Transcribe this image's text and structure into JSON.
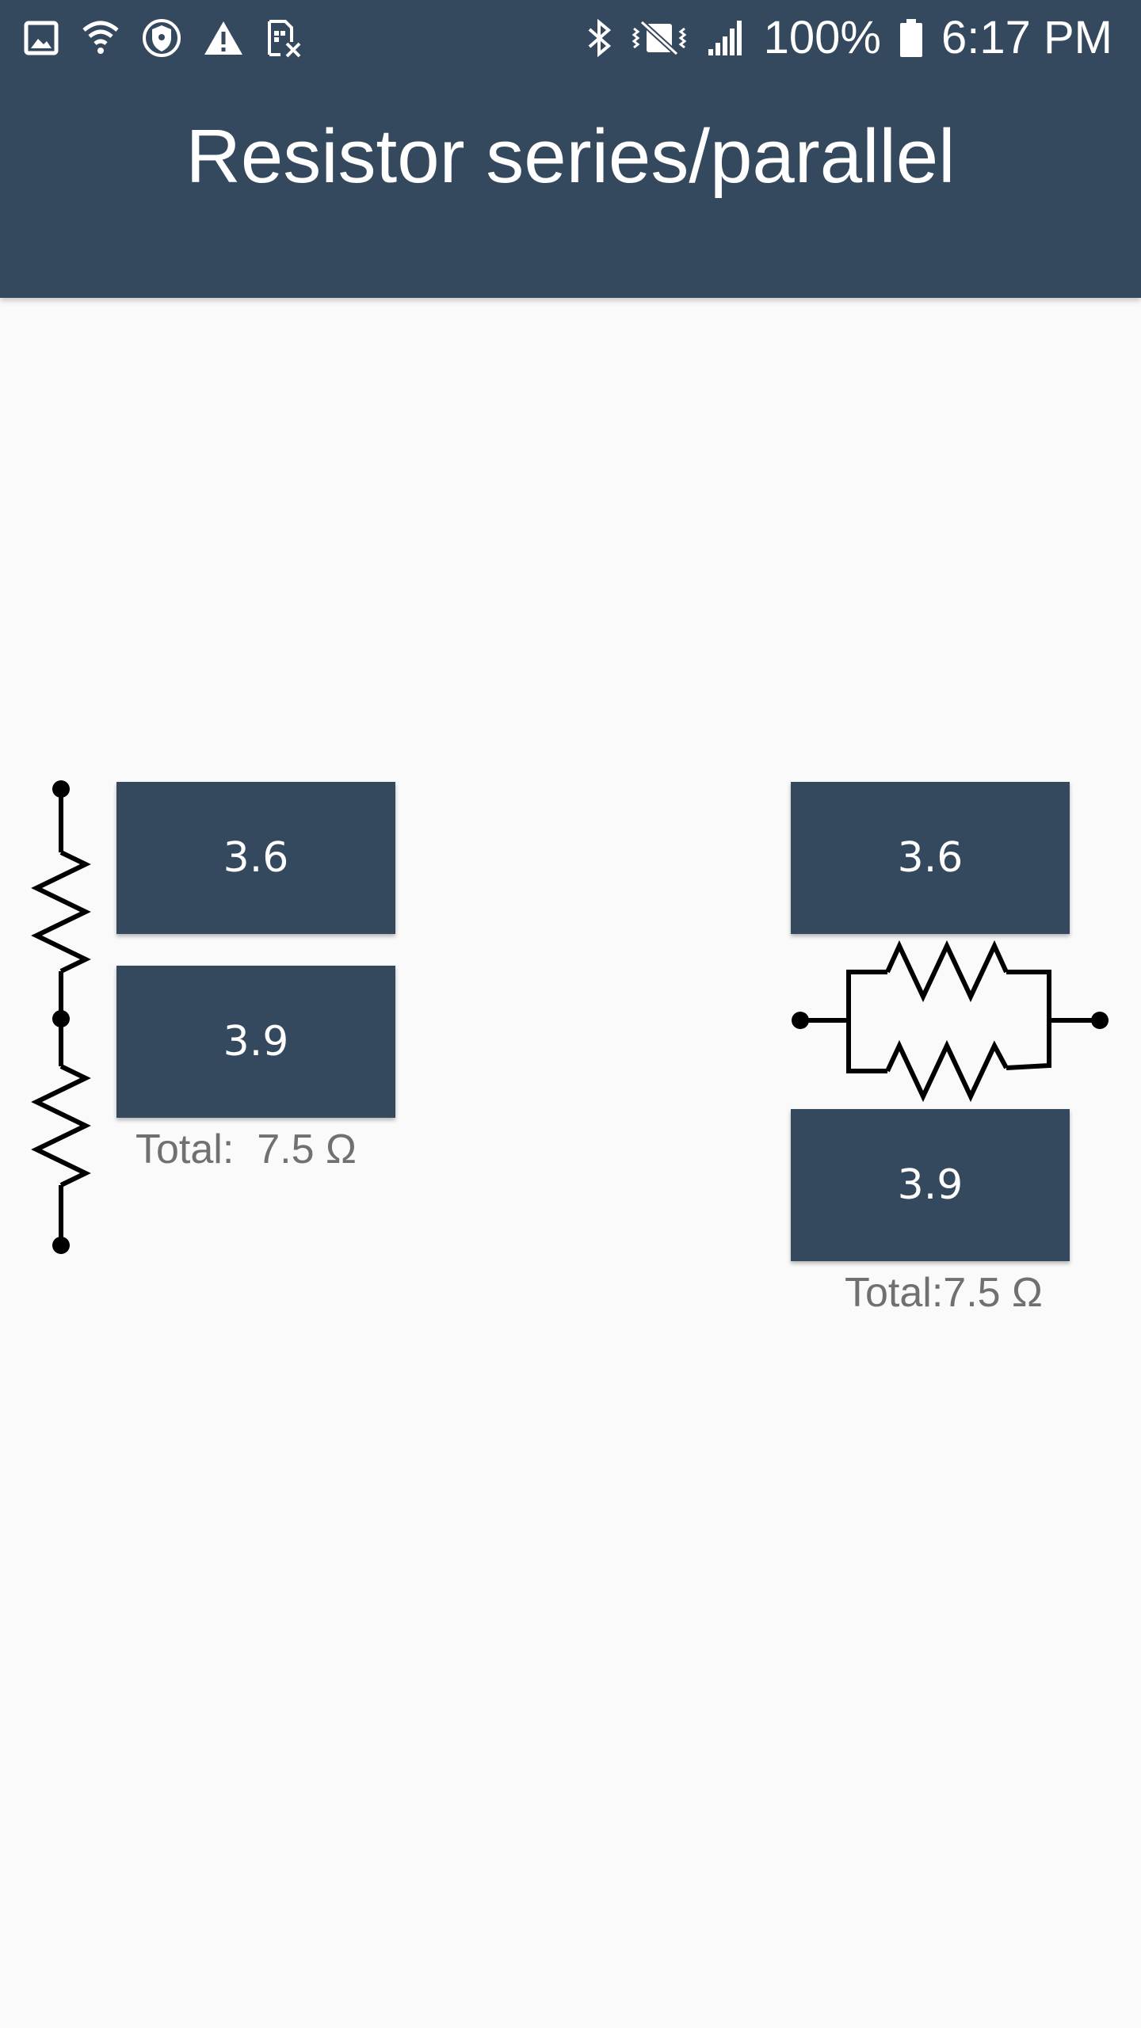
{
  "status_bar": {
    "battery_percent": "100%",
    "time": "6:17 PM",
    "left_icons": [
      "gallery-icon",
      "wifi-icon",
      "shield-icon",
      "warning-icon",
      "sim-card-icon"
    ],
    "right_icons": [
      "bluetooth-icon",
      "vibrate-mute-icon",
      "signal-icon",
      "battery-icon"
    ]
  },
  "app_bar": {
    "title": "Resistor series/parallel",
    "color": "#34495e"
  },
  "series": {
    "r1": "3.6",
    "r2": "3.9",
    "total_label": "Total:",
    "total_value": "7.5 Ω"
  },
  "parallel": {
    "r1": "3.6",
    "r2": "3.9",
    "total_text": "Total:7.5 Ω"
  }
}
